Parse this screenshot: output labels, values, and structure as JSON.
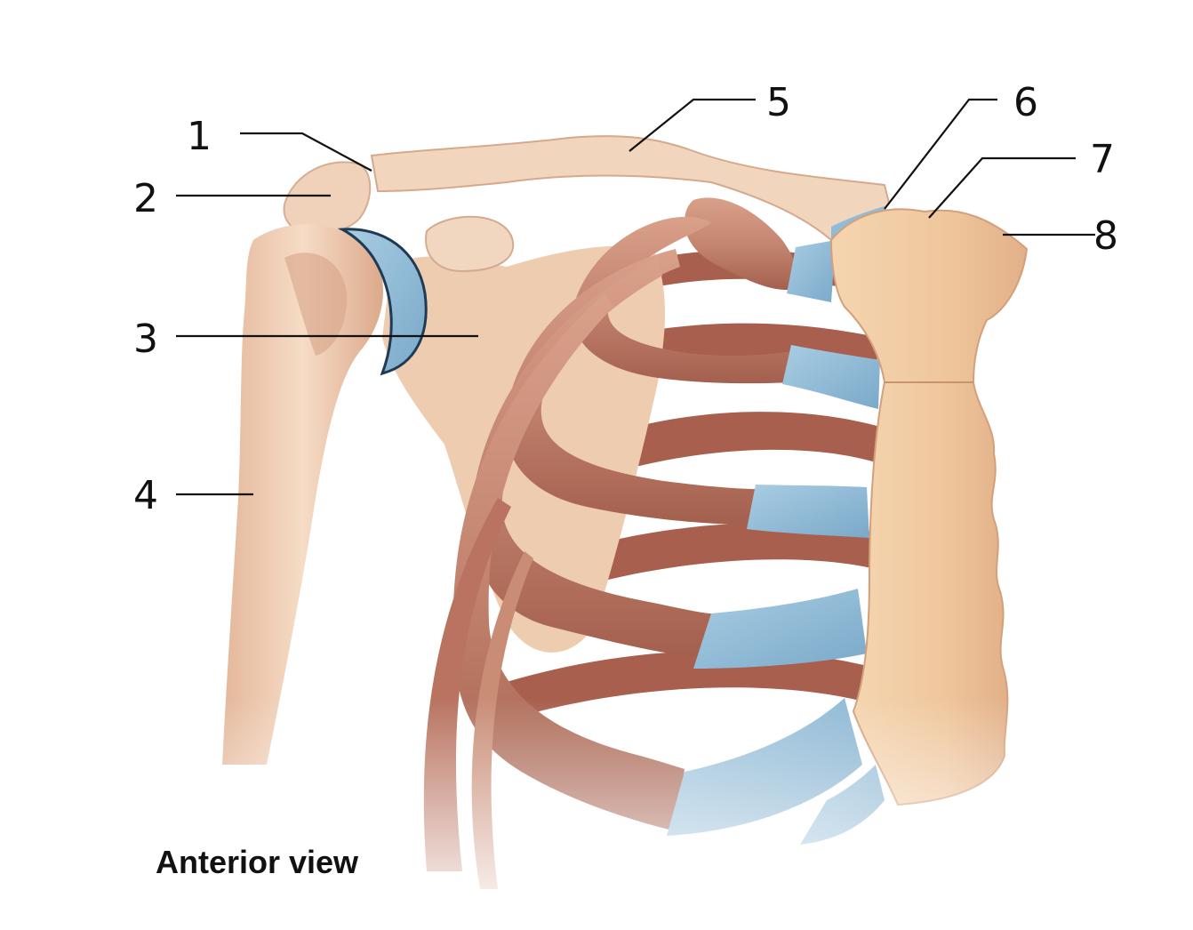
{
  "title": "Anterior view",
  "labels": [
    "1",
    "2",
    "3",
    "4",
    "5",
    "6",
    "7",
    "8"
  ],
  "colors": {
    "bone": "#efd2b6",
    "bone_shadow": "#d9a98a",
    "rib": "#bf7d66",
    "rib_dark": "#9d5748",
    "cartilage": "#8fbcd8",
    "cartilage_dark": "#6ea0c2",
    "sternum": "#efc9a0",
    "line": "#111111"
  }
}
